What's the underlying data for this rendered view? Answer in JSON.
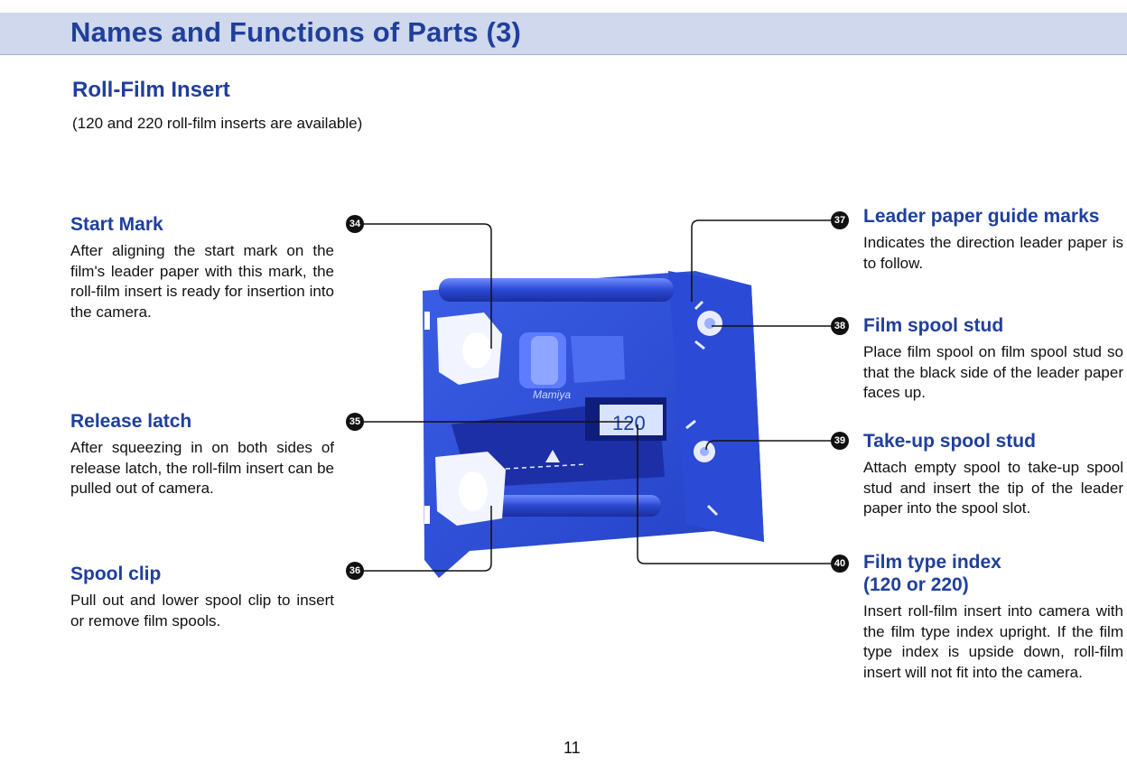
{
  "header": {
    "title": "Names and Functions of Parts (3)"
  },
  "section": {
    "title": "Roll-Film Insert",
    "subtitle": "(120 and 220 roll-film inserts are available)"
  },
  "figure": {
    "brand_text": "Mamiya",
    "index_label": "120"
  },
  "parts": [
    {
      "number": "34",
      "title": "Start Mark",
      "description": "After aligning the start mark on the film's leader paper with this mark, the roll-film insert is ready for insertion into the camera."
    },
    {
      "number": "35",
      "title": "Release latch",
      "description": "After squeezing in on both sides of release latch, the roll-film insert can be pulled out of camera."
    },
    {
      "number": "36",
      "title": "Spool clip",
      "description": "Pull out and lower spool clip to insert or remove film spools."
    },
    {
      "number": "37",
      "title": "Leader paper guide marks",
      "description": "Indicates the direction leader paper is to follow."
    },
    {
      "number": "38",
      "title": "Film spool stud",
      "description": "Place film spool on film spool stud so that the black side of the leader paper faces up."
    },
    {
      "number": "39",
      "title": "Take-up spool stud",
      "description": "Attach empty spool to take-up spool stud and insert the tip of the leader paper into the spool slot."
    },
    {
      "number": "40",
      "title": "Film type index\n(120 or 220)",
      "description": "Insert roll-film insert into camera with the film type index upright. If the film type index is upside down, roll-film insert will not fit into the camera."
    }
  ],
  "page_number": "11",
  "colors": {
    "accent": "#1f3f9c",
    "header_band": "#cfd8ec",
    "figure_blue": "#2f4fd8"
  }
}
